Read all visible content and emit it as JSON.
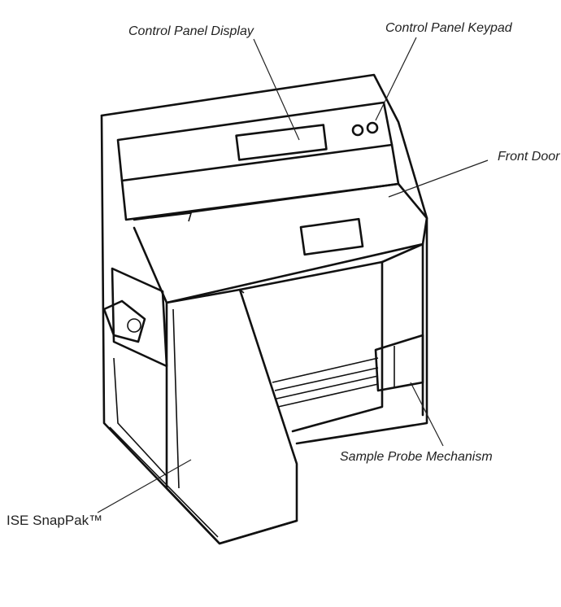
{
  "labels": {
    "control_panel_display": "Control Panel Display",
    "control_panel_keypad": "Control Panel Keypad",
    "front_door": "Front Door",
    "sample_probe_mechanism": "Sample Probe Mechanism",
    "ise_snappak": "ISE SnapPak™"
  }
}
